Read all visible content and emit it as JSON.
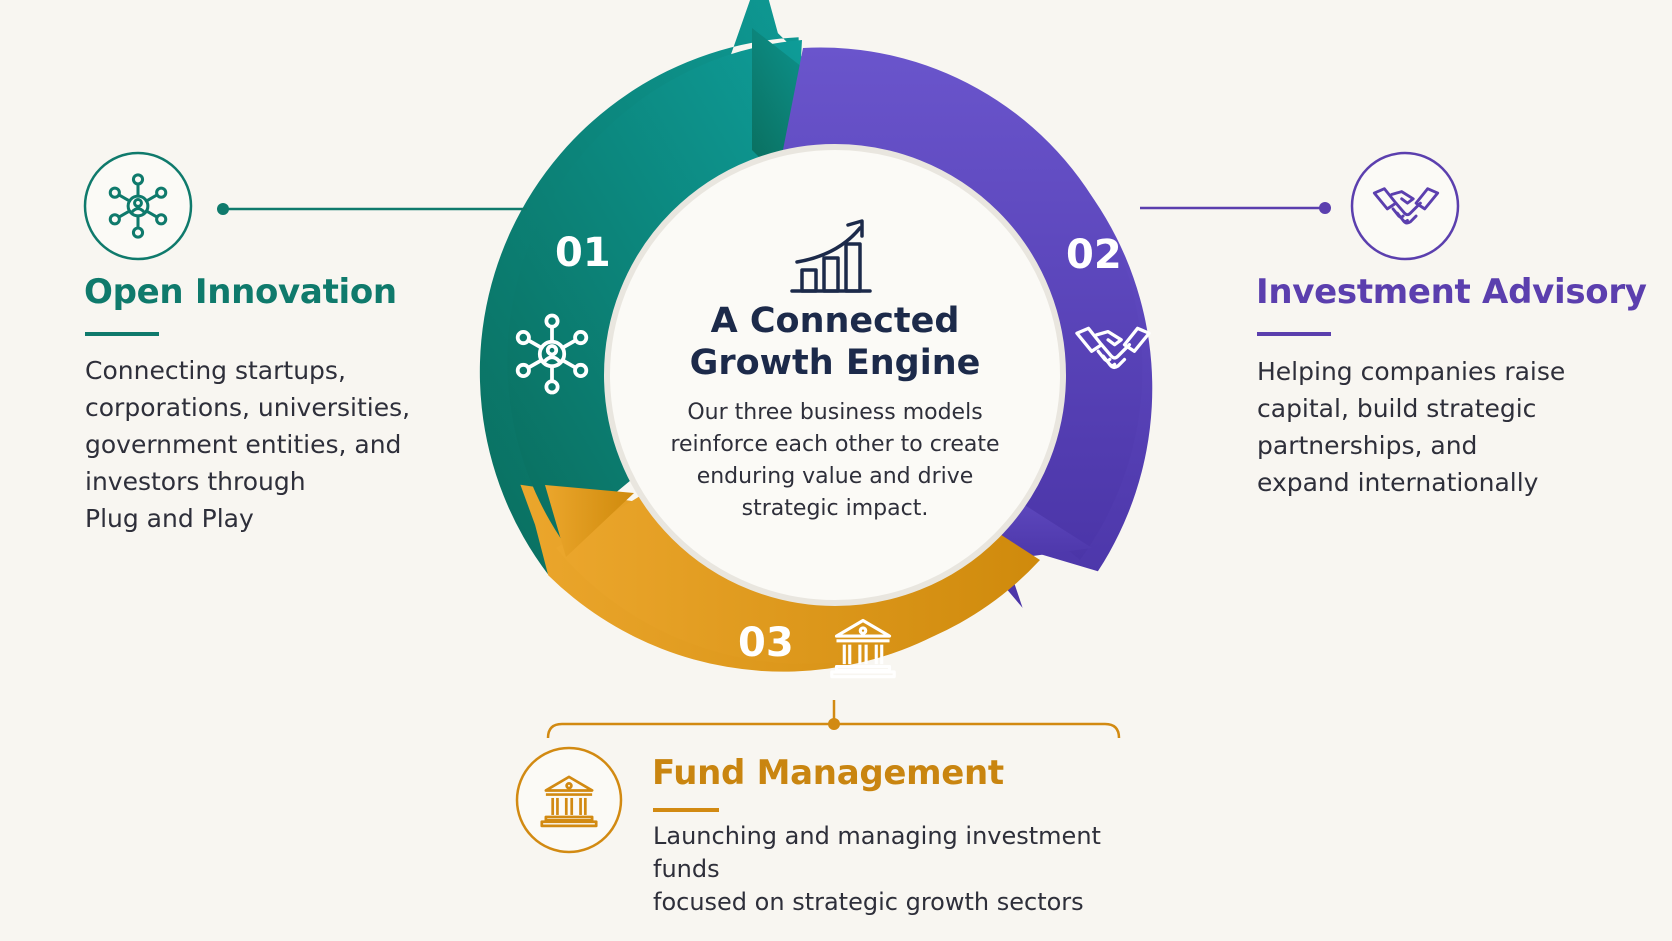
{
  "center": {
    "title": "A Connected\nGrowth Engine",
    "body": "Our three business models\nreinforce each other to create\nenduring value and drive\nstrategic impact.",
    "icon": "growth-chart-icon"
  },
  "segments": [
    {
      "number": "01",
      "title": "Open Innovation",
      "description": "Connecting startups,\ncorporations, universities,\ngovernment entities, and\ninvestors through\nPlug and Play",
      "icon": "network-people-icon",
      "color": "#0f7a6c"
    },
    {
      "number": "02",
      "title": "Investment Advisory",
      "description": "Helping companies raise\ncapital, build strategic\npartnerships, and\nexpand internationally",
      "icon": "handshake-icon",
      "color": "#5b3fae"
    },
    {
      "number": "03",
      "title": "Fund Management",
      "description": "Launching and managing investment funds\nfocused on strategic growth sectors",
      "icon": "bank-building-icon",
      "color": "#d28a12"
    }
  ],
  "colors": {
    "background": "#f8f6f1",
    "teal": "#0f7a6c",
    "purple": "#5b3fae",
    "gold": "#d28a12",
    "navy": "#1c2a4a"
  }
}
